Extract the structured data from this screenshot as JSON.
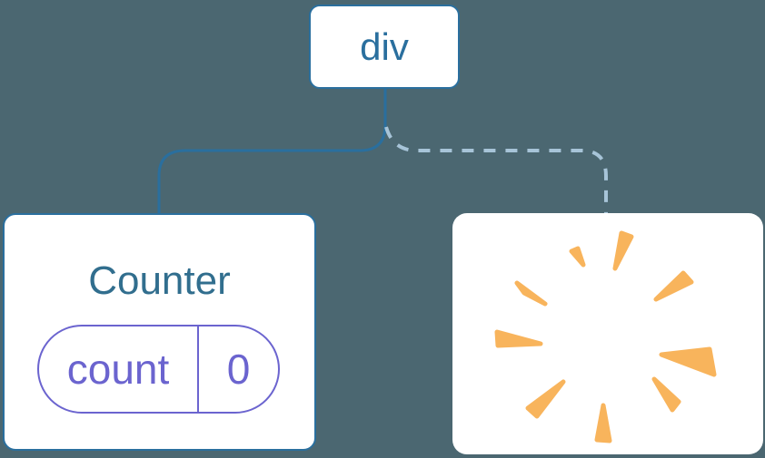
{
  "tree": {
    "root": {
      "label": "div"
    },
    "counter": {
      "title": "Counter",
      "state": {
        "key": "count",
        "value": "0"
      }
    },
    "removed": {
      "icon": "poof-burst-icon"
    },
    "connectors": {
      "kept_style": "solid",
      "removed_style": "dashed"
    }
  },
  "colors": {
    "background": "#4b6771",
    "card": "#ffffff",
    "node_blue": "#2a6f9e",
    "dashed_blue": "#a7c4d8",
    "title_teal": "#316e8e",
    "state_purple": "#6b64cf",
    "burst_orange": "#f8b45c"
  }
}
